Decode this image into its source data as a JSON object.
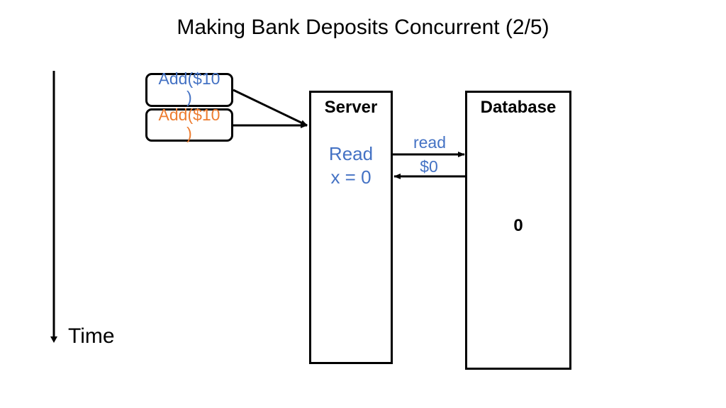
{
  "title": "Making Bank Deposits Concurrent (2/5)",
  "colors": {
    "request_1": "#4472c4",
    "request_2": "#ed7d31",
    "message": "#4472c4",
    "line": "#000000"
  },
  "time_axis": {
    "label": "Time"
  },
  "requests": [
    {
      "text_line1": "Add($10",
      "text_line2": ")"
    },
    {
      "text_line1": "Add($10",
      "text_line2": ")"
    }
  ],
  "server": {
    "title": "Server",
    "note_line1": "Read",
    "note_line2": "x = 0"
  },
  "database": {
    "title": "Database",
    "value": "0"
  },
  "messages": {
    "request": "read",
    "response": "$0"
  }
}
